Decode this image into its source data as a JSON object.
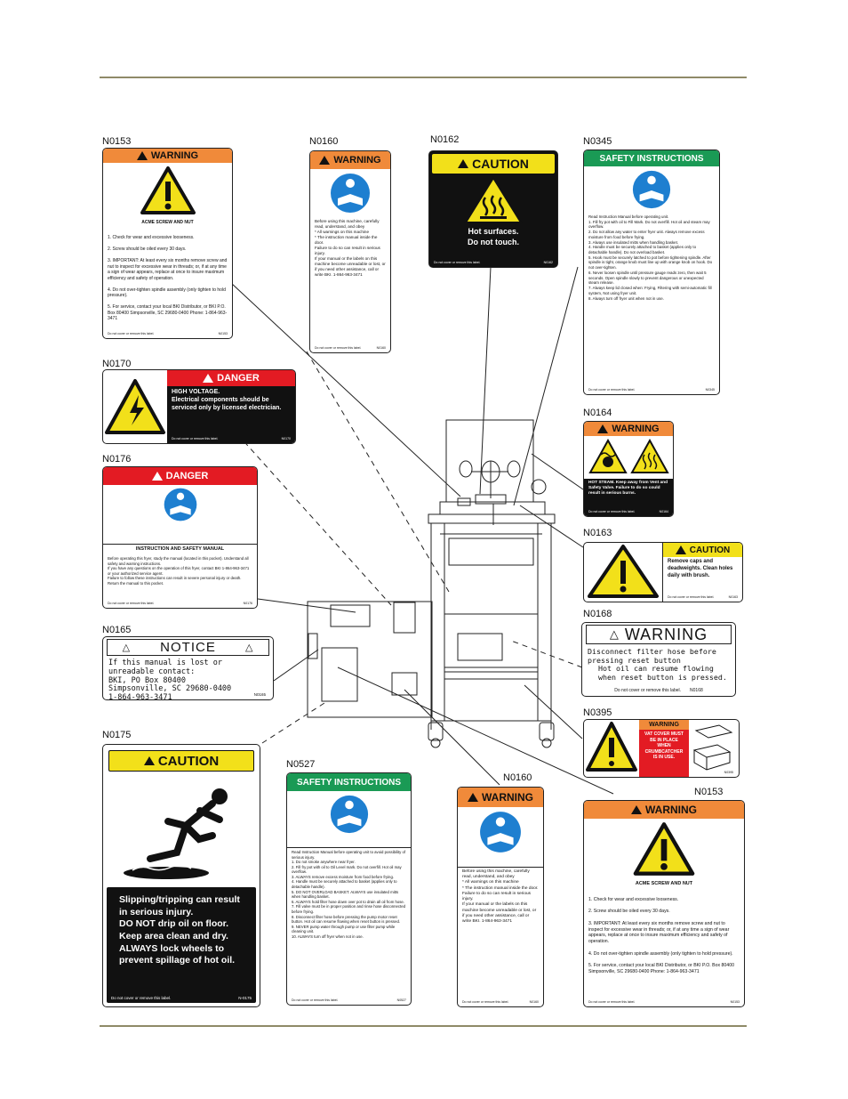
{
  "labels": {
    "n0153a": {
      "code": "N0153",
      "header": "WARNING",
      "title": "ACME SCREW AND NUT",
      "items": [
        "1. Check for wear and excessive looseness.",
        "2. Screw should be oiled every 30 days.",
        "3. IMPORTANT: At least every six months remove screw and nut to inspect for excessive wear in threads; or, if at any time a sign of wear appears, replace at once to insure maximum efficiency and safety of operation.",
        "4. Do not over-tighten spindle assembly (only tighten to hold pressure).",
        "5. For service, contact your local BKI Distributor, or BKI P.O. Box 80400 Simpsonville, SC 29680-0400 Phone: 1-864-963-3471"
      ],
      "footer": "Do not cover or remove this label.",
      "footer_code": "N0153"
    },
    "n0160a": {
      "code": "N0160",
      "header": "WARNING",
      "text": "Before using this machine, carefully read, understand, and obey\n* All warnings on this machine\n* The instruction manual inside the door.\nFailure to do so can result in serious injury.\nIf your manual or the labels on this machine become unreadable or lost, or if you need other assistance, call or write BKI. 1-864-963-3471",
      "footer": "Do not cover or remove this label.",
      "footer_code": "N0160"
    },
    "n0162": {
      "code": "N0162",
      "header": "CAUTION",
      "line1": "Hot surfaces.",
      "line2": "Do not touch.",
      "footer": "Do not cover or remove this label.",
      "footer_code": "N0162"
    },
    "n0345": {
      "code": "N0345",
      "header": "SAFETY INSTRUCTIONS",
      "text": "Read Instruction Manual before operating unit.\n1. Fill fry pot with oil to Fill Mark. Do not overfill. Hot oil and steam may overflow.\n2. Do not allow any water to enter fryer unit. Always remove excess moisture from food before frying.\n3. Always use insulated mitts when handling basket.\n4. Handle must be securely attached to basket (applies only to detachable handle). Do not overload basket.\n5. Hook must be securely latched to pot before tightening spindle. After spindle is tight, orange knob must line up with orange knob on hook. Do not over-tighten.\n6. Never loosen spindle until pressure gauge reads zero, then wait 5 seconds. Open spindle slowly to prevent dangerous or unexpected steam release.\n7. Always keep lid closed when: Frying, Filtering with semi-automatic fill system, Not using fryer unit.\n8. Always turn off fryer unit when not in use.",
      "footer": "Do not cover or remove this label.",
      "footer_code": "N0345"
    },
    "n0170": {
      "code": "N0170",
      "header": "DANGER",
      "text": "HIGH VOLTAGE.\nElectrical components should be serviced only by licensed electrician.",
      "footer": "Do not cover or remove this label.",
      "footer_code": "N0170"
    },
    "n0164": {
      "code": "N0164",
      "header": "WARNING",
      "text": "HOT STEAM. Keep away from Vent and Safety Valve. Failure to do so could result in serious burns.",
      "footer": "Do not cover or remove this label.",
      "footer_code": "N0164"
    },
    "n0176": {
      "code": "N0176",
      "header": "DANGER",
      "title": "INSTRUCTION AND SAFETY MANUAL",
      "text": "Before operating this fryer, study the manual (located in this pocket). Understand all safety and warning instructions.\nIf you have any questions on the operation of this fryer, contact BKI 1-864-963-3471 or your authorized service agent.\nFailure to follow these instructions can result in severe personal injury or death.\nReturn the manual to this pocket.",
      "footer": "Do not cover or remove this label.",
      "footer_code": "N0176"
    },
    "n0163": {
      "code": "N0163",
      "header": "CAUTION",
      "text": "Remove caps and deadweights. Clean holes daily with brush.",
      "footer": "Do not cover or remove this label.",
      "footer_code": "N0163"
    },
    "n0165": {
      "code": "N0165",
      "header": "NOTICE",
      "text": "If this manual is lost or unreadable contact:\nBKI, PO Box 80400\nSimpsonville, SC   29680-0400\n            1-864-963-3471",
      "footer_code": "N0165"
    },
    "n0168": {
      "code": "N0168",
      "header": "WARNING",
      "line1": "Disconnect filter hose before",
      "line2": "pressing reset button",
      "line3": "Hot oil can resume flowing",
      "line4": "when reset button is pressed.",
      "footer": "Do not cover or remove this label.",
      "footer_code": "N0168"
    },
    "n0395": {
      "code": "N0395",
      "header": "WARNING",
      "text": "VAT COVER MUST BE IN PLACE WHEN CRUMBCATCHER IS IN USE.",
      "footer_code": "N0395"
    },
    "n0175": {
      "code": "N0175",
      "header": "CAUTION",
      "text": "Slipping/tripping can result in serious injury.\nDO NOT drip oil on floor.\nKeep area clean and dry.\nALWAYS lock wheels to prevent spillage of hot oil.",
      "footer": "Do not cover or remove this label.",
      "footer_code": "N-0175"
    },
    "n0527": {
      "code": "N0527",
      "header": "SAFETY INSTRUCTIONS",
      "text": "Read Instruction Manual before operating unit to avoid possibility of serious injury.\n1. Do not smoke anywhere near fryer.\n2. Fill fry pot with oil to Oil Level mark. Do not overfill. Hot oil may overflow.\n3. ALWAYS remove excess moisture from food before frying.\n4. Handle must be securely attached to basket (applies only to detachable handle).\n5. DO NOT OVERLOAD BASKET. ALWAYS use insulated mitts when handling basket.\n6. ALWAYS hold filter hose down over pot to drain all oil from hose.\n7. Fill valve must be in proper position and rinse hose disconnected before frying.\n8. Disconnect filter hose before pressing the pump motor reset button. Hot oil can resume flowing when reset button is pressed.\n9. NEVER pump water through pump or use filter pump while cleaning unit.\n10. ALWAYS turn off fryer when not in use.",
      "footer": "Do not cover or remove this label.",
      "footer_code": "N0527"
    },
    "n0160b": {
      "code": "N0160",
      "header": "WARNING",
      "text": "Before using this machine, carefully read, understand, and obey\n* All warnings on this machine\n* The instruction manual inside the door.\nFailure to do so can result in serious injury.\nIf your manual or the labels on this machine become unreadable or lost, or if you need other assistance, call or write BKI. 1-864-963-3471",
      "footer": "Do not cover or remove this label.",
      "footer_code": "N0160"
    },
    "n0153b": {
      "code": "N0153",
      "header": "WARNING",
      "title": "ACME SCREW AND NUT",
      "items": [
        "1. Check for wear and excessive looseness.",
        "2. Screw should be oiled every 30 days.",
        "3. IMPORTANT: At least every six months remove screw and nut to inspect for excessive wear in threads; or, if at any time a sign of wear appears, replace at once to insure maximum efficiency and safety of operation.",
        "4. Do not over-tighten spindle assembly (only tighten to hold pressure).",
        "5. For service, contact your local BKI Distributor, or BKI P.O. Box 80400 Simpsonville, SC 29680-0400 Phone: 1-864-963-3471"
      ],
      "footer": "Do not cover or remove this label.",
      "footer_code": "N0153"
    }
  },
  "colors": {
    "warning": "#f08a3a",
    "caution": "#f2e01a",
    "danger": "#e31b23",
    "safety": "#1a9a55",
    "mandatory_blue": "#1e7fd0",
    "rule": "#8f8a68"
  }
}
